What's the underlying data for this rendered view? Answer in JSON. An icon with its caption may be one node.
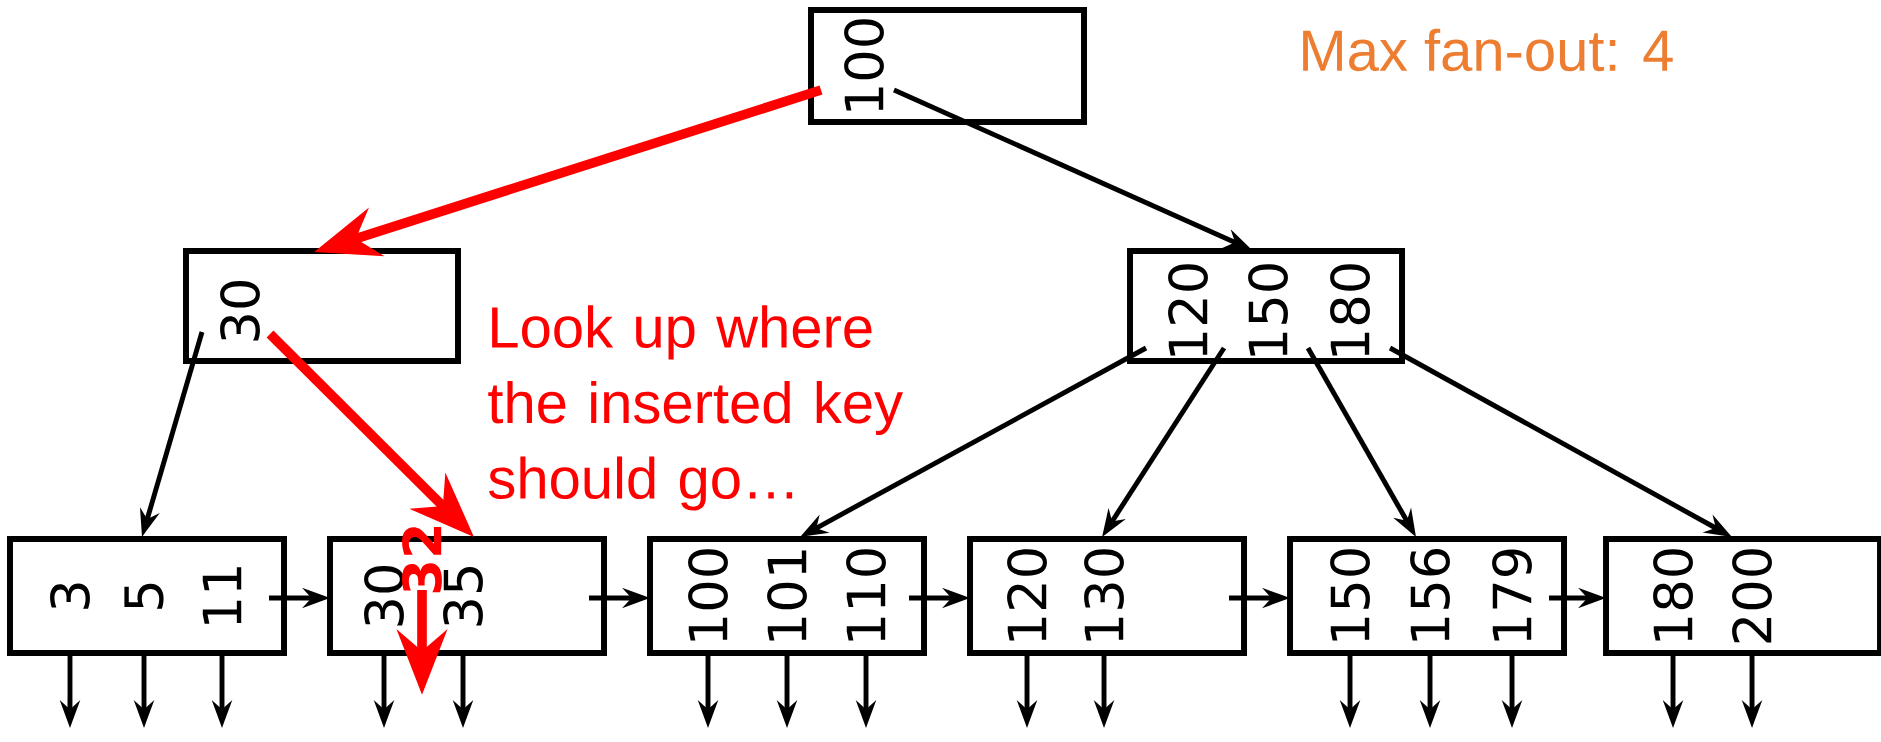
{
  "diagram": {
    "nodes": [
      {
        "text": [
          "100"
        ]
      },
      {
        "text": [
          "30"
        ]
      },
      {
        "text": [
          "120",
          "150",
          "180"
        ]
      },
      {
        "text": [
          "3",
          "5",
          "11"
        ]
      },
      {
        "text": [
          "30",
          "35"
        ]
      },
      {
        "text": [
          "100",
          "101",
          "110"
        ]
      },
      {
        "text": [
          "120",
          "130"
        ]
      },
      {
        "text": [
          "150",
          "156",
          "179"
        ]
      },
      {
        "text": [
          "180",
          "200"
        ]
      }
    ],
    "edges": [
      {
        "from": 0,
        "to": 1,
        "arrow": "to",
        "style": "thick",
        "color": "#ff0000"
      },
      {
        "from": 0,
        "to": 2,
        "arrow": "to"
      },
      {
        "from": 1,
        "to": 3,
        "arrow": "to"
      },
      {
        "from": 1,
        "to": 4,
        "arrow": "to",
        "style": "thick",
        "color": "#ff0000"
      },
      {
        "from": 2,
        "to": 5,
        "arrow": "to"
      },
      {
        "from": 2,
        "to": 6,
        "arrow": "to"
      },
      {
        "from": 2,
        "to": 7,
        "arrow": "to"
      },
      {
        "from": 2,
        "to": 8,
        "arrow": "to"
      },
      {
        "from": 3,
        "to": 4,
        "arrow": "to"
      },
      {
        "from": 4,
        "to": 5,
        "arrow": "to"
      },
      {
        "from": 5,
        "to": 6,
        "arrow": "to"
      },
      {
        "from": 6,
        "to": 7,
        "arrow": "to"
      },
      {
        "from": 7,
        "to": 8,
        "arrow": "to"
      },
      {
        "from": 3,
        "to": null,
        "arrow": "to"
      },
      {
        "from": 3,
        "to": null,
        "arrow": "to"
      },
      {
        "from": 3,
        "to": null,
        "arrow": "to"
      },
      {
        "from": 4,
        "to": null,
        "arrow": "to"
      },
      {
        "from": 4,
        "to": null,
        "arrow": "to",
        "style": "thick",
        "color": "#ff0000"
      },
      {
        "from": 4,
        "to": null,
        "arrow": "to"
      },
      {
        "from": 5,
        "to": null,
        "arrow": "to"
      },
      {
        "from": 5,
        "to": null,
        "arrow": "to"
      },
      {
        "from": 5,
        "to": null,
        "arrow": "to"
      },
      {
        "from": 6,
        "to": null,
        "arrow": "to"
      },
      {
        "from": 6,
        "to": null,
        "arrow": "to"
      },
      {
        "from": 7,
        "to": null,
        "arrow": "to"
      },
      {
        "from": 7,
        "to": null,
        "arrow": "to"
      },
      {
        "from": 7,
        "to": null,
        "arrow": "to"
      },
      {
        "from": 8,
        "to": null,
        "arrow": "to"
      },
      {
        "from": 8,
        "to": null,
        "arrow": "to"
      }
    ],
    "labels": [
      "Max fan-out: 4",
      "Look up where the inserted key should go…",
      "32"
    ]
  }
}
